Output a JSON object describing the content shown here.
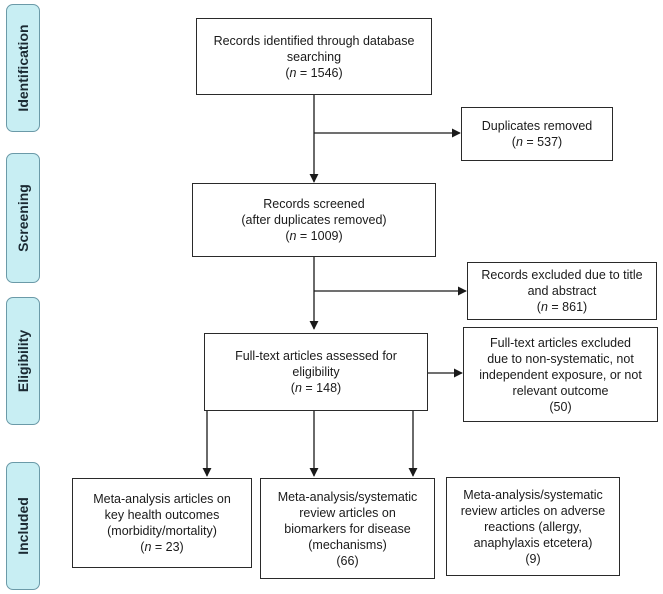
{
  "phases": {
    "identification": "Identification",
    "screening": "Screening",
    "eligibility": "Eligibility",
    "included": "Included"
  },
  "boxes": {
    "identified": {
      "line1": "Records identified through database",
      "line2": "searching",
      "n_label": "n",
      "n_value": " = 1546"
    },
    "duplicates": {
      "line1": "Duplicates removed",
      "n_label": "n",
      "n_value": " = 537"
    },
    "screened": {
      "line1": "Records screened",
      "line2": "(after duplicates removed)",
      "n_label": "n",
      "n_value": " = 1009"
    },
    "excluded_title": {
      "line1": "Records excluded due to title",
      "line2": "and abstract",
      "n_label": "n",
      "n_value": " = 861"
    },
    "fulltext": {
      "line1": "Full-text articles assessed for",
      "line2": "eligibility",
      "n_label": "n",
      "n_value": " = 148"
    },
    "excluded_fulltext": {
      "line1": "Full-text articles excluded",
      "line2": "due to non-systematic, not",
      "line3": "independent exposure, or not",
      "line4": "relevant outcome",
      "n_value": "50"
    },
    "meta_health": {
      "line1": "Meta-analysis articles on",
      "line2": "key health outcomes",
      "line3": "(morbidity/mortality)",
      "n_label": "n",
      "n_value": " = 23"
    },
    "meta_biomarkers": {
      "line1": "Meta-analysis/systematic",
      "line2": "review articles on",
      "line3": "biomarkers for disease",
      "line4": "(mechanisms)",
      "n_value": "66"
    },
    "meta_adverse": {
      "line1": "Meta-analysis/systematic",
      "line2": "review articles on adverse",
      "line3": "reactions (allergy,",
      "line4": "anaphylaxis etcetera)",
      "n_value": "9"
    }
  }
}
